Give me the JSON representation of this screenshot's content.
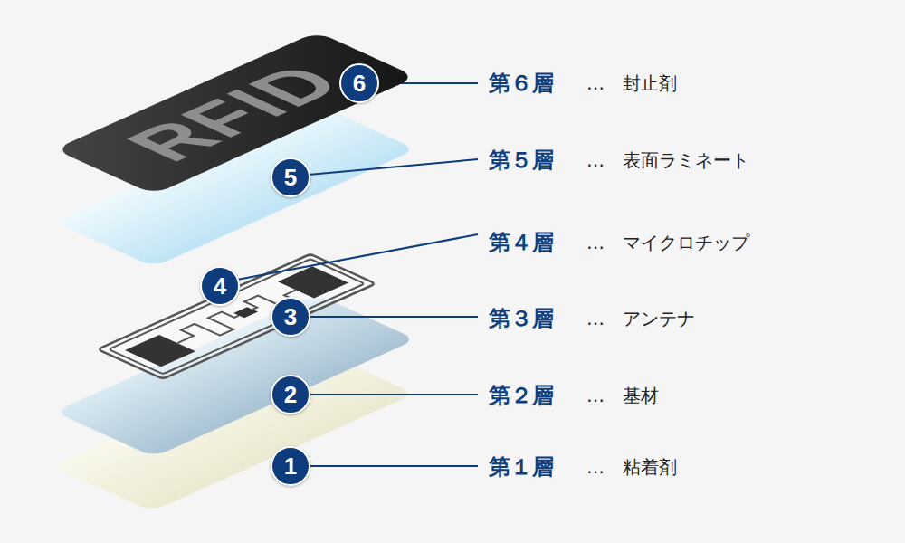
{
  "diagram": {
    "nodes": [
      {
        "text": [
          "RFID"
        ]
      },
      {
        "text": [
          "6"
        ]
      },
      {
        "text": [
          "5"
        ]
      },
      {
        "text": [
          "4"
        ]
      },
      {
        "text": [
          "3"
        ]
      },
      {
        "text": [
          "2"
        ]
      },
      {
        "text": [
          "1"
        ]
      }
    ],
    "labels": [
      "第６層",
      "…",
      "封止剤",
      "第５層",
      "…",
      "表面ラミネート",
      "第４層",
      "…",
      "マイクロチップ",
      "第３層",
      "…",
      "アンテナ",
      "第２層",
      "…",
      "基材",
      "第１層",
      "…",
      "粘着剤"
    ]
  }
}
